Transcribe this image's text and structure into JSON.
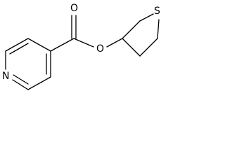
{
  "molecule": {
    "atoms": {
      "nitrogen": "N",
      "carbonyl_oxygen": "O",
      "ester_oxygen": "O",
      "sulfur": "S"
    }
  },
  "colors": {
    "ink": "#000000",
    "background": "#ffffff"
  }
}
